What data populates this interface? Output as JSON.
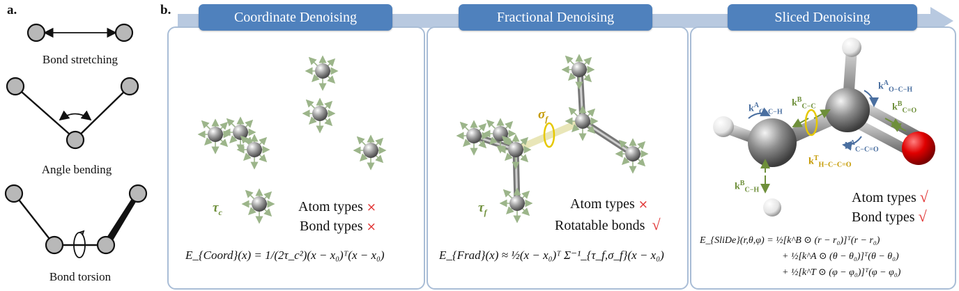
{
  "panel_a": {
    "label": "a.",
    "items": [
      {
        "caption": "Bond stretching"
      },
      {
        "caption": "Angle bending"
      },
      {
        "caption": "Bond torsion"
      }
    ]
  },
  "panel_b": {
    "label": "b.",
    "arrow_color": "#b8c9e0",
    "header_color": "#4f81bd",
    "columns": [
      {
        "title": "Coordinate Denoising",
        "noise_symbol": "τ",
        "noise_sub": "c",
        "legend": [
          {
            "text": "Atom types",
            "mark": "×"
          },
          {
            "text": "Bond types",
            "mark": "×"
          }
        ],
        "formula": "E_{Coord}(x) = 1/(2τ_c²)(x − x₀)ᵀ(x − x₀)"
      },
      {
        "title": "Fractional Denoising",
        "noise_symbol": "τ",
        "noise_sub": "f",
        "sigma_symbol": "σ",
        "sigma_sub": "f",
        "legend": [
          {
            "text": "Atom types",
            "mark": "×"
          },
          {
            "text": "Rotatable bonds",
            "mark": "√"
          }
        ],
        "formula": "E_{Frad}(x) ≈ ½(x − x₀)ᵀ Σ⁻¹_{τ_f,σ_f}(x − x₀)"
      },
      {
        "title": "Sliced Denoising",
        "legend": [
          {
            "text": "Atom types",
            "mark": "√"
          },
          {
            "text": "Bond types",
            "mark": "√"
          }
        ],
        "k_labels": {
          "k_cch": {
            "sym": "k",
            "sup": "A",
            "sub": "C−C−H"
          },
          "k_cc": {
            "sym": "k",
            "sup": "B",
            "sub": "C−C"
          },
          "k_och": {
            "sym": "k",
            "sup": "A",
            "sub": "O−C−H"
          },
          "k_co": {
            "sym": "k",
            "sup": "B",
            "sub": "C=O"
          },
          "k_cco": {
            "sym": "k",
            "sup": "A",
            "sub": "C−C=O"
          },
          "k_hcco": {
            "sym": "k",
            "sup": "T",
            "sub": "H−C−C=O"
          },
          "k_ch": {
            "sym": "k",
            "sup": "B",
            "sub": "C−H"
          }
        },
        "formula_lines": [
          "E_{SliDe}(r,θ,φ) = ½[k^B ⊙ (r − r₀)]ᵀ(r − r₀)",
          "+ ½[k^A ⊙ (θ − θ₀)]ᵀ(θ − θ₀)",
          "+ ½[k^T ⊙ (φ − φ₀)]ᵀ(φ − φ₀)"
        ]
      }
    ]
  }
}
